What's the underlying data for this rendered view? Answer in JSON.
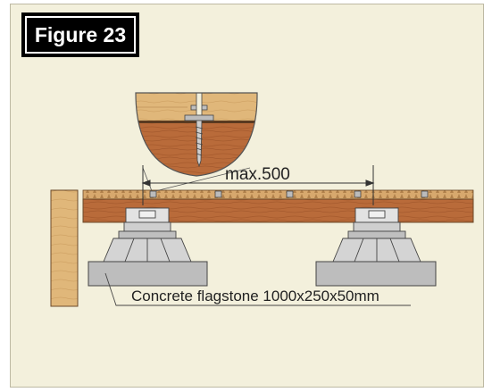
{
  "figure_label": "Figure 23",
  "dimension_label": "max.500",
  "callout_label": "Concrete flagstone 1000x250x50mm",
  "colors": {
    "background": "#f3f0dc",
    "deck_board": "#b96b3a",
    "decking_top": "#d7a86d",
    "pedestal": "#cfcfcf",
    "flagstone": "#bdbdbd",
    "side_board": "#e0b77a"
  }
}
